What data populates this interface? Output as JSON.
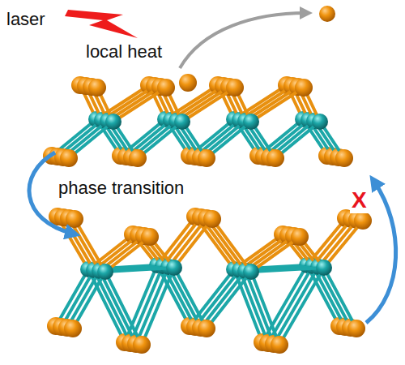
{
  "diagram": {
    "labels": [
      "laser",
      "local heat",
      "phase transition",
      "X"
    ]
  }
}
